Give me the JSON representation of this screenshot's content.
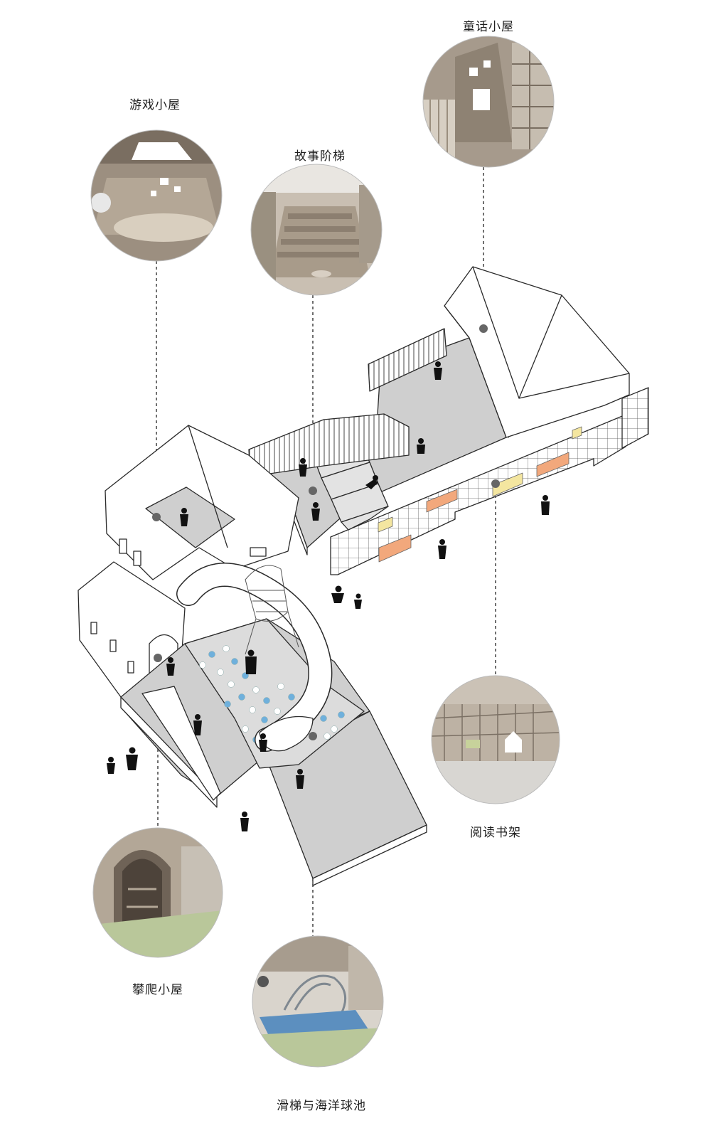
{
  "labels": {
    "game_house": "游戏小屋",
    "story_stairs": "故事阶梯",
    "fairy_house": "童话小屋",
    "reading_shelf": "阅读书架",
    "climbing_house": "攀爬小屋",
    "slide_pool": "滑梯与海洋球池"
  },
  "colors": {
    "wall": "#ffffff",
    "floor": "#cfcfcf",
    "line": "#2a2a2a",
    "wood_light": "#cfc5b8",
    "wood_dark": "#8f8373",
    "ball_blue": "#6fb0dc",
    "ball_white": "#ffffff",
    "cushion_orange": "#f2a87c",
    "cushion_yellow": "#f4e6a0",
    "grass": "#b9c79a"
  }
}
